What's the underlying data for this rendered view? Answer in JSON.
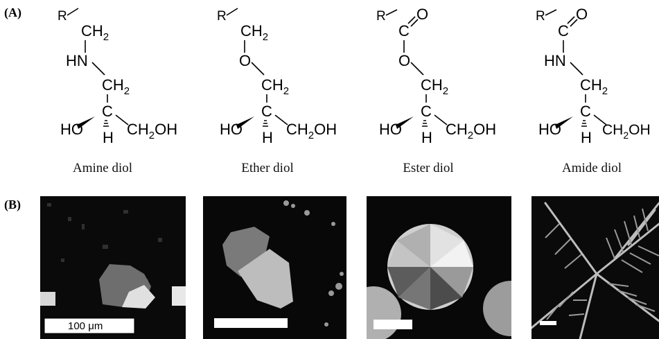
{
  "panels": {
    "A": {
      "label": "(A)"
    },
    "B": {
      "label": "(B)"
    }
  },
  "molecules": [
    {
      "name": "Amine diol",
      "linker": "HN",
      "carbonyl": false
    },
    {
      "name": "Ether diol",
      "linker": "O",
      "carbonyl": false
    },
    {
      "name": "Ester diol",
      "linker": "O",
      "carbonyl": true
    },
    {
      "name": "Amide diol",
      "linker": "HN",
      "carbonyl": true
    }
  ],
  "atoms": {
    "R": "R",
    "CH": "CH",
    "C": "C",
    "sub2": "2",
    "O": "O",
    "HO": "HO",
    "H": "H",
    "CH2OH_main": "CH",
    "CH2OH_tail": "OH"
  },
  "micrographs": {
    "scale_label": "100 μm"
  }
}
